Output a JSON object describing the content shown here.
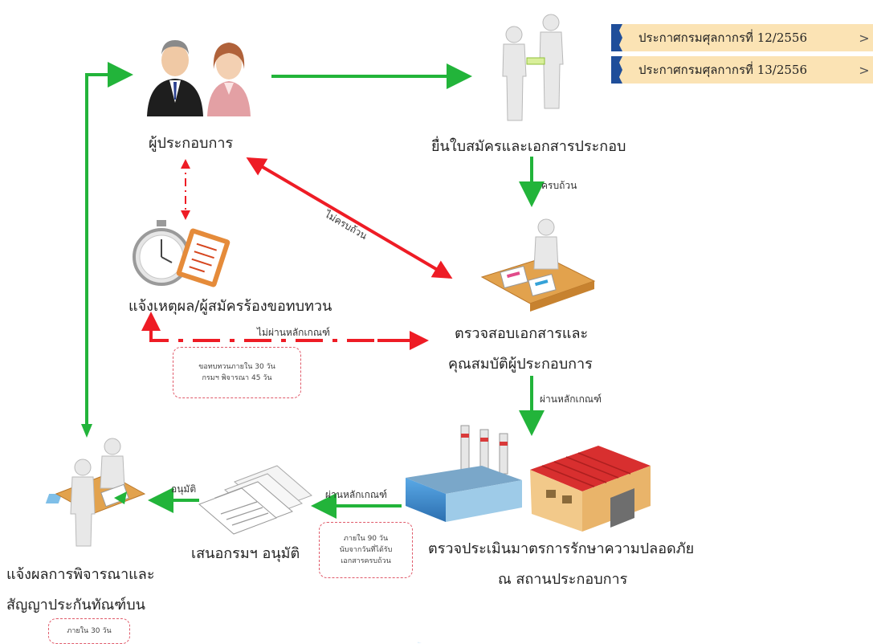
{
  "announcements": [
    {
      "label": "ประกาศกรมศุลกากรที่ 12/2556"
    },
    {
      "label": "ประกาศกรมศุลกากรที่ 13/2556"
    }
  ],
  "nodes": {
    "operator": "ผู้ประกอบการ",
    "submit": "ยื่นใบสมัครและเอกสารประกอบ",
    "notify_reason": "แจ้งเหตุผล/ผู้สมัครร้องขอทบทวน",
    "inspect_line1": "ตรวจสอบเอกสารและ",
    "inspect_line2": "คุณสมบัติผู้ประกอบการ",
    "assess_line1": "ตรวจประเมินมาตรการรักษาความปลอดภัย",
    "assess_line2": "ณ สถานประกอบการ",
    "propose": "เสนอกรมฯ อนุมัติ",
    "result_line1": "แจ้งผลการพิจารณาและ",
    "result_line2": "สัญญาประกันทัณฑ์บน"
  },
  "edge_labels": {
    "complete": "ครบถ้วน",
    "incomplete": "ไม่ครบถ้วน",
    "not_pass": "ไม่ผ่านหลักเกณฑ์",
    "pass1": "ผ่านหลักเกณฑ์",
    "pass2": "ผ่านหลักเกณฑ์",
    "approve": "อนุมัติ"
  },
  "notes": {
    "review_l1": "ขอทบทวนภายใน 30 วัน",
    "review_l2": "กรมฯ พิจารณา 45 วัน",
    "ninety_l1": "ภายใน 90 วัน",
    "ninety_l2": "นับจากวันที่ได้รับ",
    "ninety_l3": "เอกสารครบถ้วน",
    "thirty": "ภายใน 30 วัน"
  },
  "colors": {
    "green": "#22b43a",
    "red": "#ee1c25",
    "banner": "#fbe3b4",
    "ribbon": "#1f4e9a",
    "note_border": "#e05a6a"
  },
  "icons": [
    "business-people-icon",
    "handshake-people-icon",
    "stopwatch-icon",
    "clipboard-checklist-icon",
    "desk-inspection-icon",
    "factory-icon",
    "warehouse-icon",
    "documents-icon",
    "signing-desk-icon"
  ]
}
